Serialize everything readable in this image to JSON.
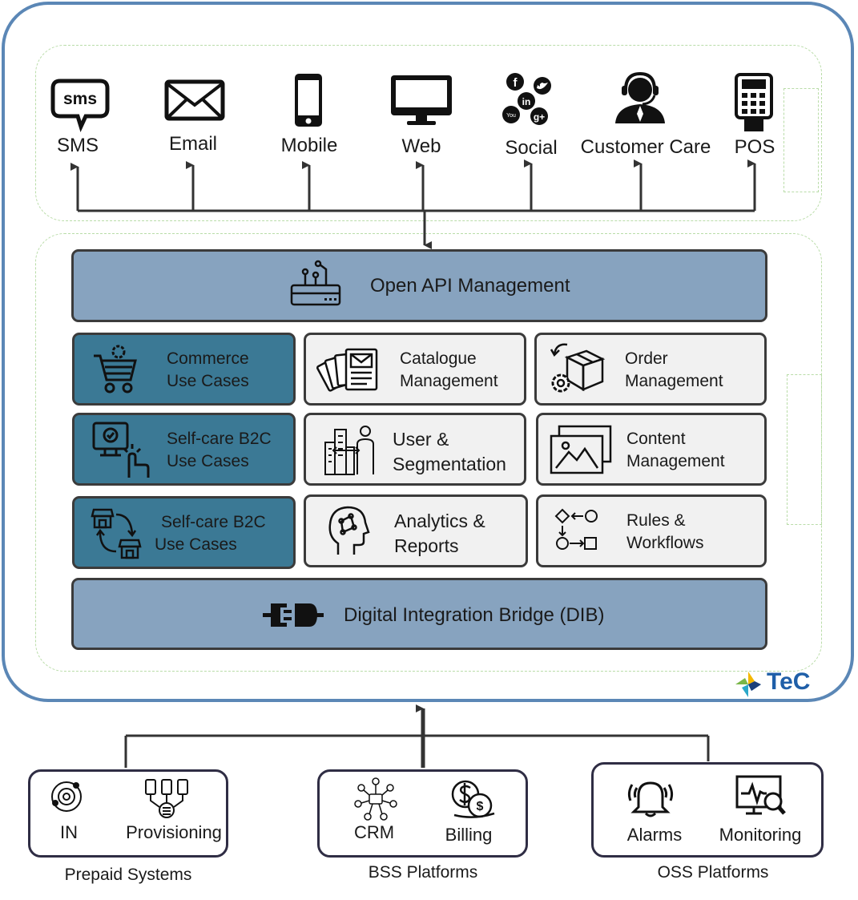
{
  "channels": [
    {
      "label": "SMS",
      "icon": "sms-bubble-icon"
    },
    {
      "label": "Email",
      "icon": "envelope-icon"
    },
    {
      "label": "Mobile",
      "icon": "smartphone-icon"
    },
    {
      "label": "Web",
      "icon": "desktop-monitor-icon"
    },
    {
      "label": "Social",
      "icon": "social-media-icon"
    },
    {
      "label": "Customer Care",
      "icon": "headset-agent-icon"
    },
    {
      "label": "POS",
      "icon": "pos-terminal-icon"
    }
  ],
  "sms_icon_text": "sms",
  "api_layer": {
    "label": "Open API Management",
    "icon": "api-gateway-icon"
  },
  "modules": [
    {
      "lines": [
        "Commerce",
        "Use Cases"
      ],
      "icon": "shopping-cart-icon",
      "style": "dark"
    },
    {
      "lines": [
        "Catalogue",
        "Management"
      ],
      "icon": "catalogue-cards-icon",
      "style": "light"
    },
    {
      "lines": [
        "Order",
        "Management"
      ],
      "icon": "order-box-icon",
      "style": "light"
    },
    {
      "lines": [
        "Self-care B2C",
        "Use Cases"
      ],
      "icon": "touch-screen-icon",
      "style": "dark"
    },
    {
      "lines": [
        "User &",
        "Segmentation"
      ],
      "icon": "user-city-icon",
      "style": "light"
    },
    {
      "lines": [
        "Content",
        "Management"
      ],
      "icon": "image-gallery-icon",
      "style": "light"
    },
    {
      "lines": [
        "Self-care B2C",
        "Use Cases"
      ],
      "icon": "store-exchange-icon",
      "style": "dark"
    },
    {
      "lines": [
        "Analytics &",
        "Reports"
      ],
      "icon": "brain-head-icon",
      "style": "light"
    },
    {
      "lines": [
        "Rules &",
        "Workflows"
      ],
      "icon": "workflow-symbols-icon",
      "style": "light"
    }
  ],
  "integration_layer": {
    "label": "Digital Integration Bridge (DIB)",
    "icon": "plug-connector-icon"
  },
  "brand": {
    "name": "TeC",
    "color": "#1f5fa8"
  },
  "platform_groups": [
    {
      "title": "Prepaid Systems",
      "items": [
        {
          "label": "IN",
          "icon": "network-node-icon"
        },
        {
          "label": "Provisioning",
          "icon": "provisioning-devices-icon"
        }
      ]
    },
    {
      "title": "BSS Platforms",
      "items": [
        {
          "label": "CRM",
          "icon": "crm-network-icon"
        },
        {
          "label": "Billing",
          "icon": "billing-coins-icon"
        }
      ]
    },
    {
      "title": "OSS Platforms",
      "items": [
        {
          "label": "Alarms",
          "icon": "alarm-bell-icon"
        },
        {
          "label": "Monitoring",
          "icon": "monitoring-screen-icon"
        }
      ]
    }
  ],
  "colors": {
    "outer_border": "#5b87b6",
    "bar_fill": "#87a3bf",
    "dark_tile": "#3b7995",
    "light_tile": "#f1f1f1",
    "dashed": "#b9dca8",
    "platform_border": "#2f2d44"
  }
}
